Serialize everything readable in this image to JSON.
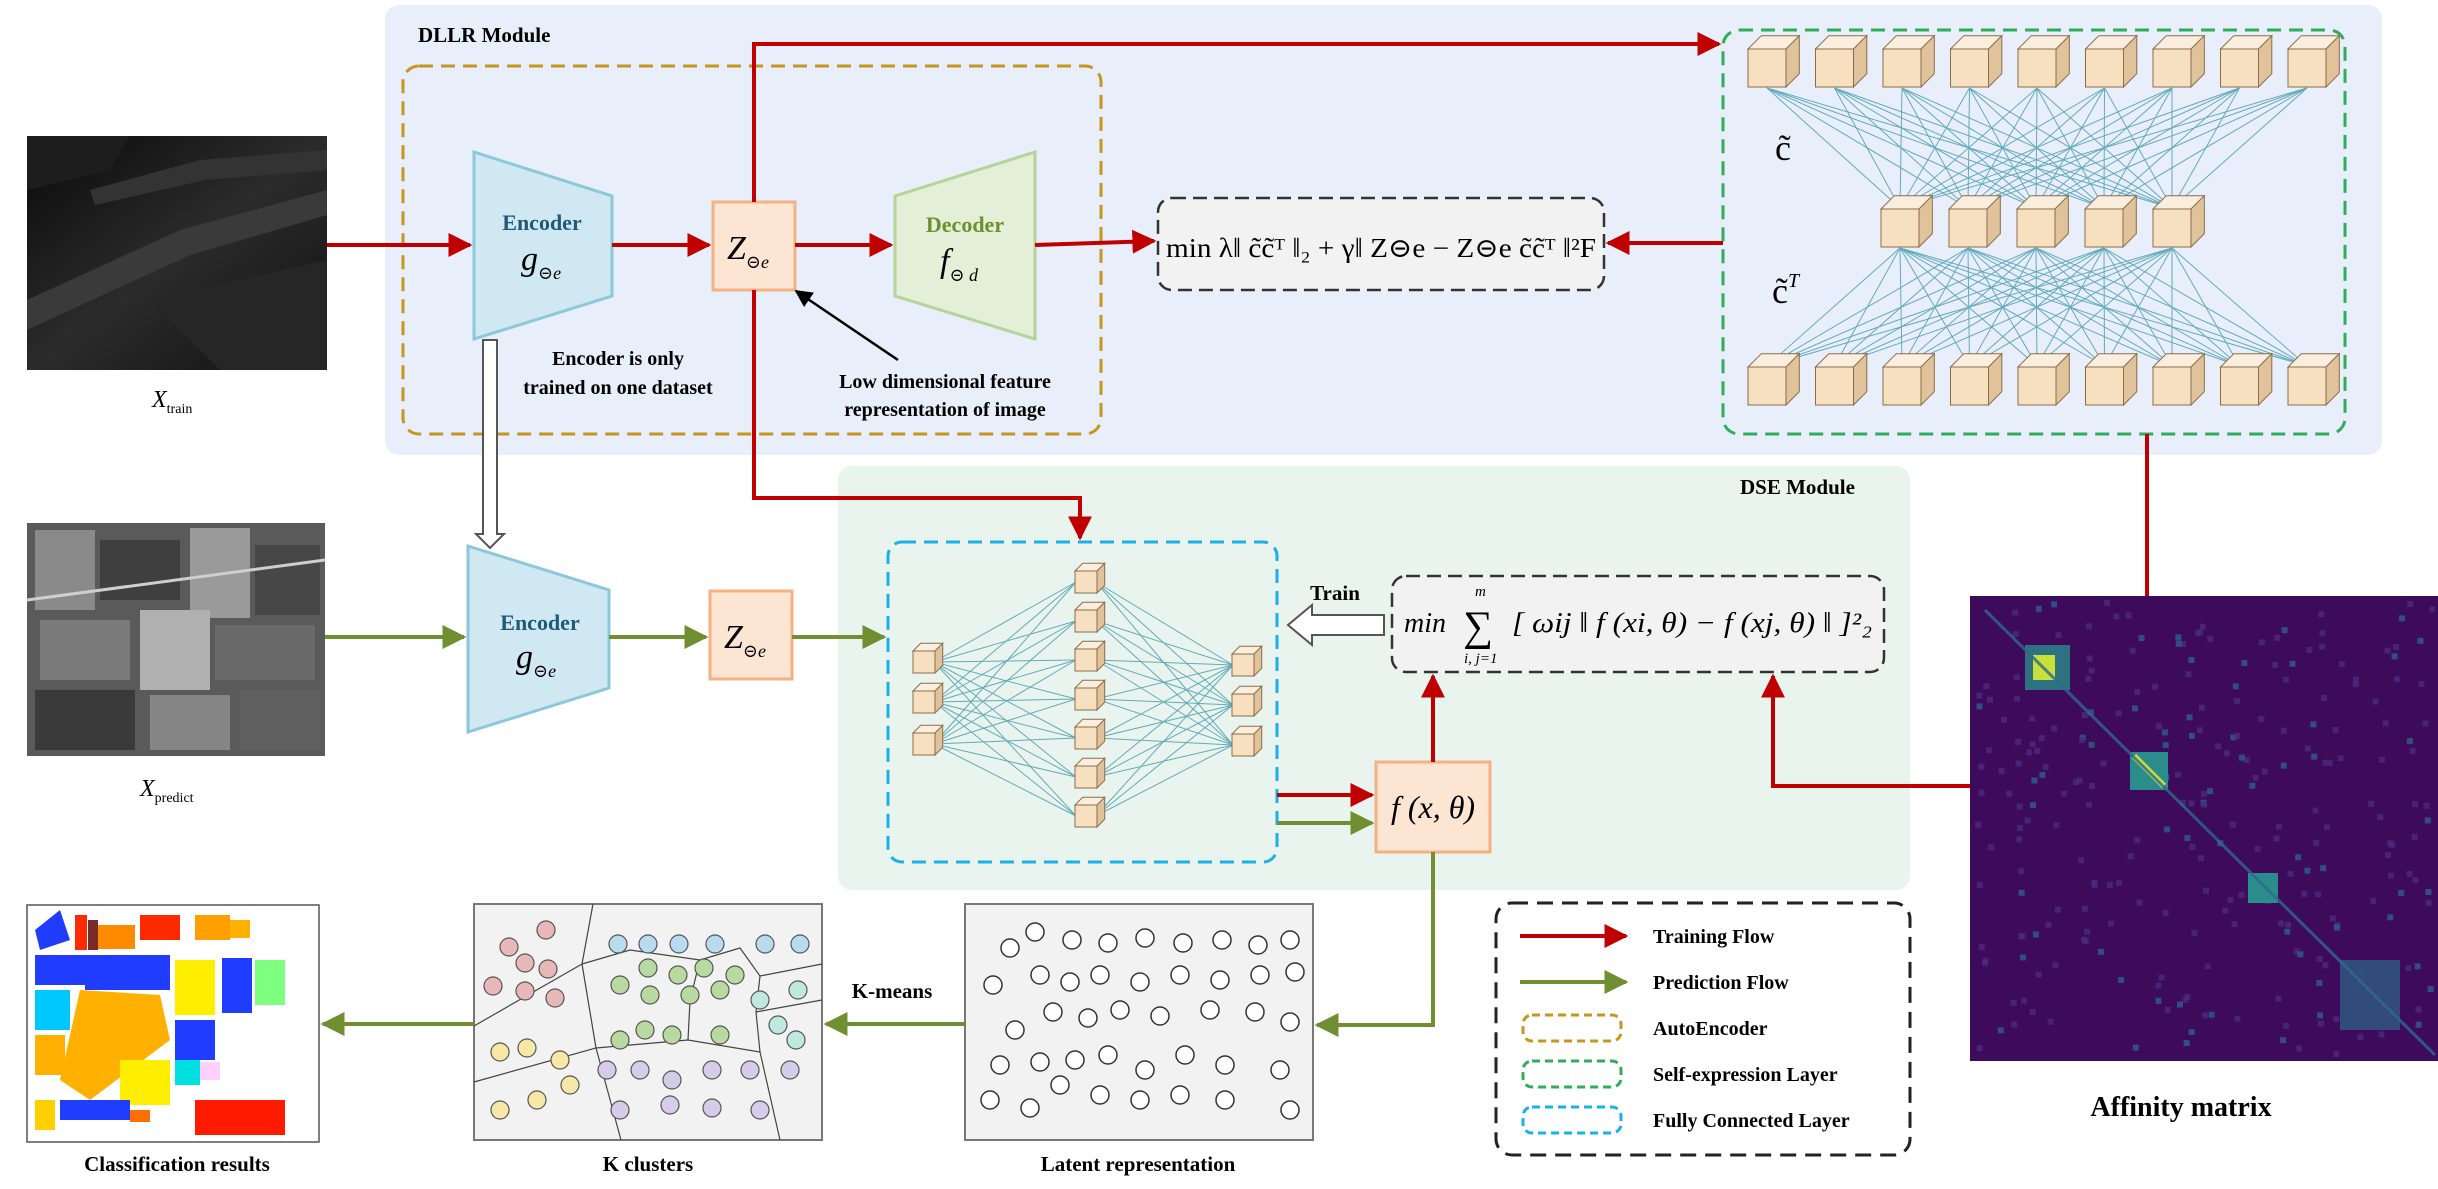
{
  "modules": {
    "dllr_title": "DLLR Module",
    "dse_title": "DSE Module"
  },
  "blocks": {
    "encoder_label": "Encoder",
    "encoder_symbol": "g",
    "encoder_sub": "⊝e",
    "decoder_label": "Decoder",
    "decoder_symbol": "f",
    "decoder_sub": "⊝ d",
    "z_symbol": "Z",
    "z_sub": "⊝e",
    "fx_text": "f (x, θ)",
    "c_tilde": "c̃",
    "c_tilde_t": "c̃",
    "t_sup": "T"
  },
  "annotations": {
    "encoder_note_line1": "Encoder is only",
    "encoder_note_line2": "trained on one dataset",
    "lowdim_line1": "Low dimensional feature",
    "lowdim_line2": "representation of image",
    "train_label": "Train",
    "kmeans_label": "K-means"
  },
  "inputs": {
    "x_train": "X",
    "x_train_sub": "train",
    "x_predict": "X",
    "x_predict_sub": "predict"
  },
  "captions": {
    "classification": "Classification results",
    "k_clusters": "K clusters",
    "latent": "Latent representation",
    "affinity": "Affinity matrix"
  },
  "formulas": {
    "dllr": "min λ‖ c̃c̃ᵀ ‖₂ + γ‖ Z⊝e − Z⊝e c̃c̃ᵀ ‖²F",
    "dse_min": "min",
    "dse_sum": "∑",
    "dse_sum_top": "m",
    "dse_sum_bottom": "i, j=1",
    "dse_body": "[ ωij ‖ f (xi, θ) − f (xj, θ) ‖ ]²₂"
  },
  "legend": {
    "items": [
      {
        "label": "Training Flow",
        "kind": "arrow",
        "color": "#c00000"
      },
      {
        "label": "Prediction Flow",
        "kind": "arrow",
        "color": "#6f8f30"
      },
      {
        "label": "AutoEncoder",
        "kind": "dash",
        "color": "#c8961c"
      },
      {
        "label": "Self-expression Layer",
        "kind": "dash",
        "color": "#2fae5a"
      },
      {
        "label": "Fully Connected Layer",
        "kind": "dash",
        "color": "#1ab0e8"
      }
    ]
  },
  "colors": {
    "training": "#c00000",
    "prediction": "#6f8f30",
    "autoencoder": "#c8961c",
    "selfexp": "#2fae5a",
    "fc": "#1ab0e8",
    "encoder_fill": "#cfe8f2",
    "decoder_fill": "#e3efd6",
    "z_fill": "#fde5d3",
    "dllr_bg": "#e9eefb",
    "dse_bg": "#eaf4ee"
  }
}
